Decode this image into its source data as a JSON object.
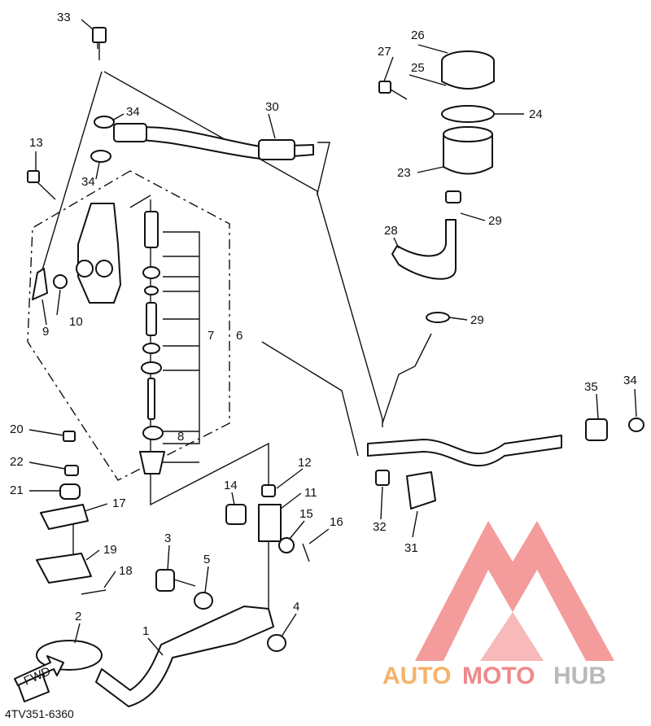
{
  "diagram": {
    "code": "4TV351-6360",
    "fwd_label": "FWD",
    "callouts": [
      {
        "id": "1",
        "text": "1"
      },
      {
        "id": "2",
        "text": "2"
      },
      {
        "id": "3",
        "text": "3"
      },
      {
        "id": "4",
        "text": "4"
      },
      {
        "id": "5",
        "text": "5"
      },
      {
        "id": "6",
        "text": "6"
      },
      {
        "id": "7",
        "text": "7"
      },
      {
        "id": "8",
        "text": "8"
      },
      {
        "id": "9",
        "text": "9"
      },
      {
        "id": "10",
        "text": "10"
      },
      {
        "id": "11",
        "text": "11"
      },
      {
        "id": "12",
        "text": "12"
      },
      {
        "id": "13",
        "text": "13"
      },
      {
        "id": "14",
        "text": "14"
      },
      {
        "id": "15",
        "text": "15"
      },
      {
        "id": "16",
        "text": "16"
      },
      {
        "id": "17",
        "text": "17"
      },
      {
        "id": "18",
        "text": "18"
      },
      {
        "id": "19",
        "text": "19"
      },
      {
        "id": "20",
        "text": "20"
      },
      {
        "id": "21",
        "text": "21"
      },
      {
        "id": "22",
        "text": "22"
      },
      {
        "id": "23",
        "text": "23"
      },
      {
        "id": "24",
        "text": "24"
      },
      {
        "id": "25",
        "text": "25"
      },
      {
        "id": "26",
        "text": "26"
      },
      {
        "id": "27",
        "text": "27"
      },
      {
        "id": "28",
        "text": "28"
      },
      {
        "id": "29a",
        "text": "29"
      },
      {
        "id": "29b",
        "text": "29"
      },
      {
        "id": "30",
        "text": "30"
      },
      {
        "id": "31",
        "text": "31"
      },
      {
        "id": "32",
        "text": "32"
      },
      {
        "id": "33",
        "text": "33"
      },
      {
        "id": "34a",
        "text": "34"
      },
      {
        "id": "34b",
        "text": "34"
      },
      {
        "id": "34c",
        "text": "34"
      },
      {
        "id": "35",
        "text": "35"
      }
    ]
  },
  "watermark": {
    "word_auto": "AUTO",
    "word_moto": "MOTO",
    "word_hub": "HUB",
    "colors": {
      "red": "#f28a8a",
      "orange": "#f6b26b",
      "grey": "#b9b9b9"
    }
  }
}
